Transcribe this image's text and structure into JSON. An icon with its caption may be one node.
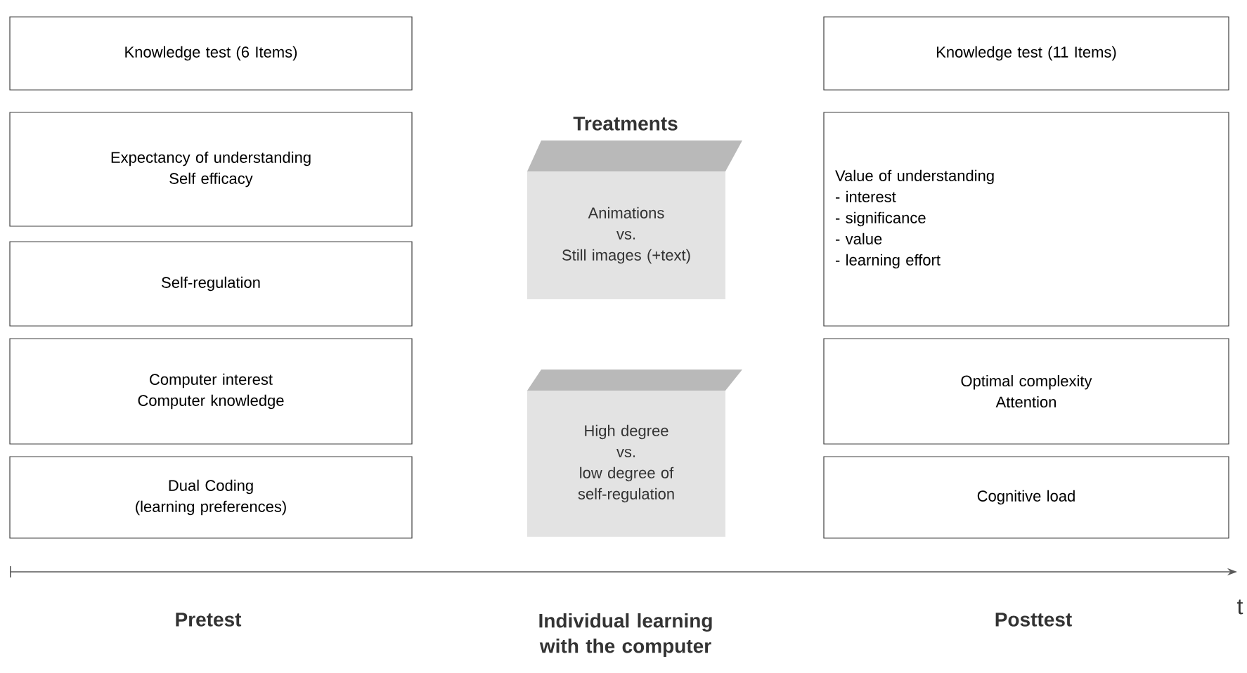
{
  "diagram": {
    "nodes": [
      {
        "text": [
          "Knowledge test (6 Items)"
        ]
      },
      {
        "text": [
          "Expectancy of understanding",
          "Self efficacy"
        ]
      },
      {
        "text": [
          "Self-regulation"
        ]
      },
      {
        "text": [
          "Computer interest",
          "Computer knowledge"
        ]
      },
      {
        "text": [
          "Dual Coding",
          "(learning preferences)"
        ]
      },
      {
        "text": [
          "Animations",
          "vs.",
          "Still images (+text)"
        ]
      },
      {
        "text": [
          "High degree",
          "vs.",
          "low degree of",
          "self-regulation"
        ]
      },
      {
        "text": [
          "Knowledge test (11 Items)"
        ]
      },
      {
        "text": [
          "Value of understanding",
          "- interest",
          "- significance",
          "- value",
          "- learning effort"
        ]
      },
      {
        "text": [
          "Optimal complexity",
          "Attention"
        ]
      },
      {
        "text": [
          "Cognitive load"
        ]
      }
    ],
    "labels": [
      "Treatments",
      "t",
      "Pretest",
      "Individual learning with the computer",
      "Posttest"
    ]
  }
}
